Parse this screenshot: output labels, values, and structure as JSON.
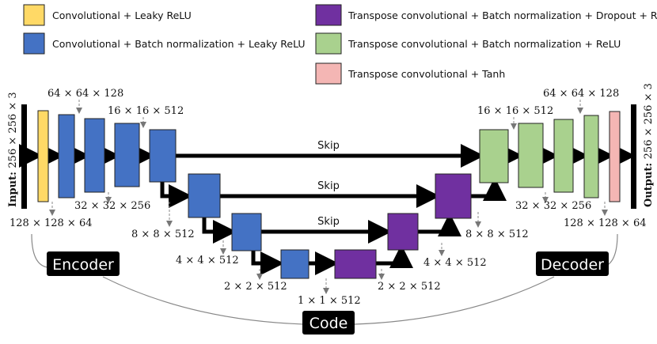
{
  "legend": {
    "conv_leaky": "Convolutional + Leaky ReLU",
    "conv_bn_leaky": "Convolutional + Batch normalization + Leaky ReLU",
    "tconv_bn_drop_relu": "Transpose convolutional + Batch normalization + Dropout + ReLU",
    "tconv_bn_relu": "Transpose convolutional + Batch normalization + ReLU",
    "tconv_tanh": "Transpose convolutional + Tanh"
  },
  "colors": {
    "conv_leaky": "#FFD966",
    "conv_bn_leaky": "#4472C4",
    "tconv_bn_drop_relu": "#7030A0",
    "tconv_bn_relu": "#A9D18E",
    "tconv_tanh": "#F4B6B4"
  },
  "input_label": {
    "prefix": "Input: ",
    "dims": "256 × 256 × 3"
  },
  "output_label": {
    "prefix": "Output: ",
    "dims": "256 × 256 × 3"
  },
  "dims": {
    "enc_128": "128 × 128 × 64",
    "enc_64": "64 × 64 × 128",
    "enc_32": "32 × 32 × 256",
    "enc_16": "16 × 16 × 512",
    "enc_8": "8 × 8 × 512",
    "enc_4": "4 × 4 × 512",
    "enc_2": "2 × 2 × 512",
    "bottleneck": "1 × 1 × 512",
    "dec_2": "2 × 2 × 512",
    "dec_4": "4 × 4 × 512",
    "dec_8": "8 × 8 × 512",
    "dec_16": "16 × 16 × 512",
    "dec_32": "32 × 32 × 256",
    "dec_64": "64 × 64 × 128",
    "dec_128": "128 × 128 × 64"
  },
  "skip_label": "Skip",
  "sections": {
    "encoder": "Encoder",
    "decoder": "Decoder",
    "code": "Code"
  }
}
